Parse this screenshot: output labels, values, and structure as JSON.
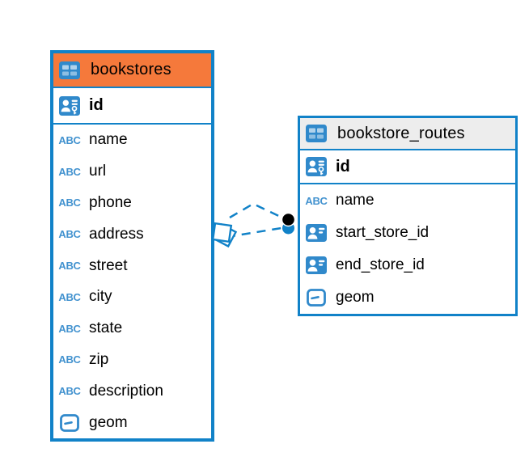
{
  "diagram": {
    "kind": "database-er-diagram",
    "colors": {
      "table_border": "#1182C8",
      "selected_header": "#F5793B",
      "default_header": "#EDEDED",
      "relationship_line": "#1182C8",
      "icon_blue": "#3089CB",
      "text": "#000000"
    },
    "icons": {
      "text_glyph": "ABC",
      "primary_key": "person-card-with-key",
      "reference": "person-card",
      "geometry": "dash-in-box",
      "table": "grid-table"
    },
    "tables": [
      {
        "name": "bookstores",
        "selected": true,
        "columns": [
          {
            "name": "id",
            "icon": "primary-key"
          },
          {
            "name": "name",
            "icon": "text"
          },
          {
            "name": "url",
            "icon": "text"
          },
          {
            "name": "phone",
            "icon": "text"
          },
          {
            "name": "address",
            "icon": "text"
          },
          {
            "name": "street",
            "icon": "text"
          },
          {
            "name": "city",
            "icon": "text"
          },
          {
            "name": "state",
            "icon": "text"
          },
          {
            "name": "zip",
            "icon": "text"
          },
          {
            "name": "description",
            "icon": "text"
          },
          {
            "name": "geom",
            "icon": "geometry"
          }
        ]
      },
      {
        "name": "bookstore_routes",
        "selected": false,
        "columns": [
          {
            "name": "id",
            "icon": "primary-key"
          },
          {
            "name": "name",
            "icon": "text"
          },
          {
            "name": "start_store_id",
            "icon": "reference"
          },
          {
            "name": "end_store_id",
            "icon": "reference"
          },
          {
            "name": "geom",
            "icon": "geometry"
          }
        ]
      }
    ],
    "relationships": [
      {
        "from": "bookstore_routes.start_store_id",
        "to": "bookstores.id",
        "style": "dashed"
      },
      {
        "from": "bookstore_routes.end_store_id",
        "to": "bookstores.id",
        "style": "dashed"
      }
    ]
  }
}
